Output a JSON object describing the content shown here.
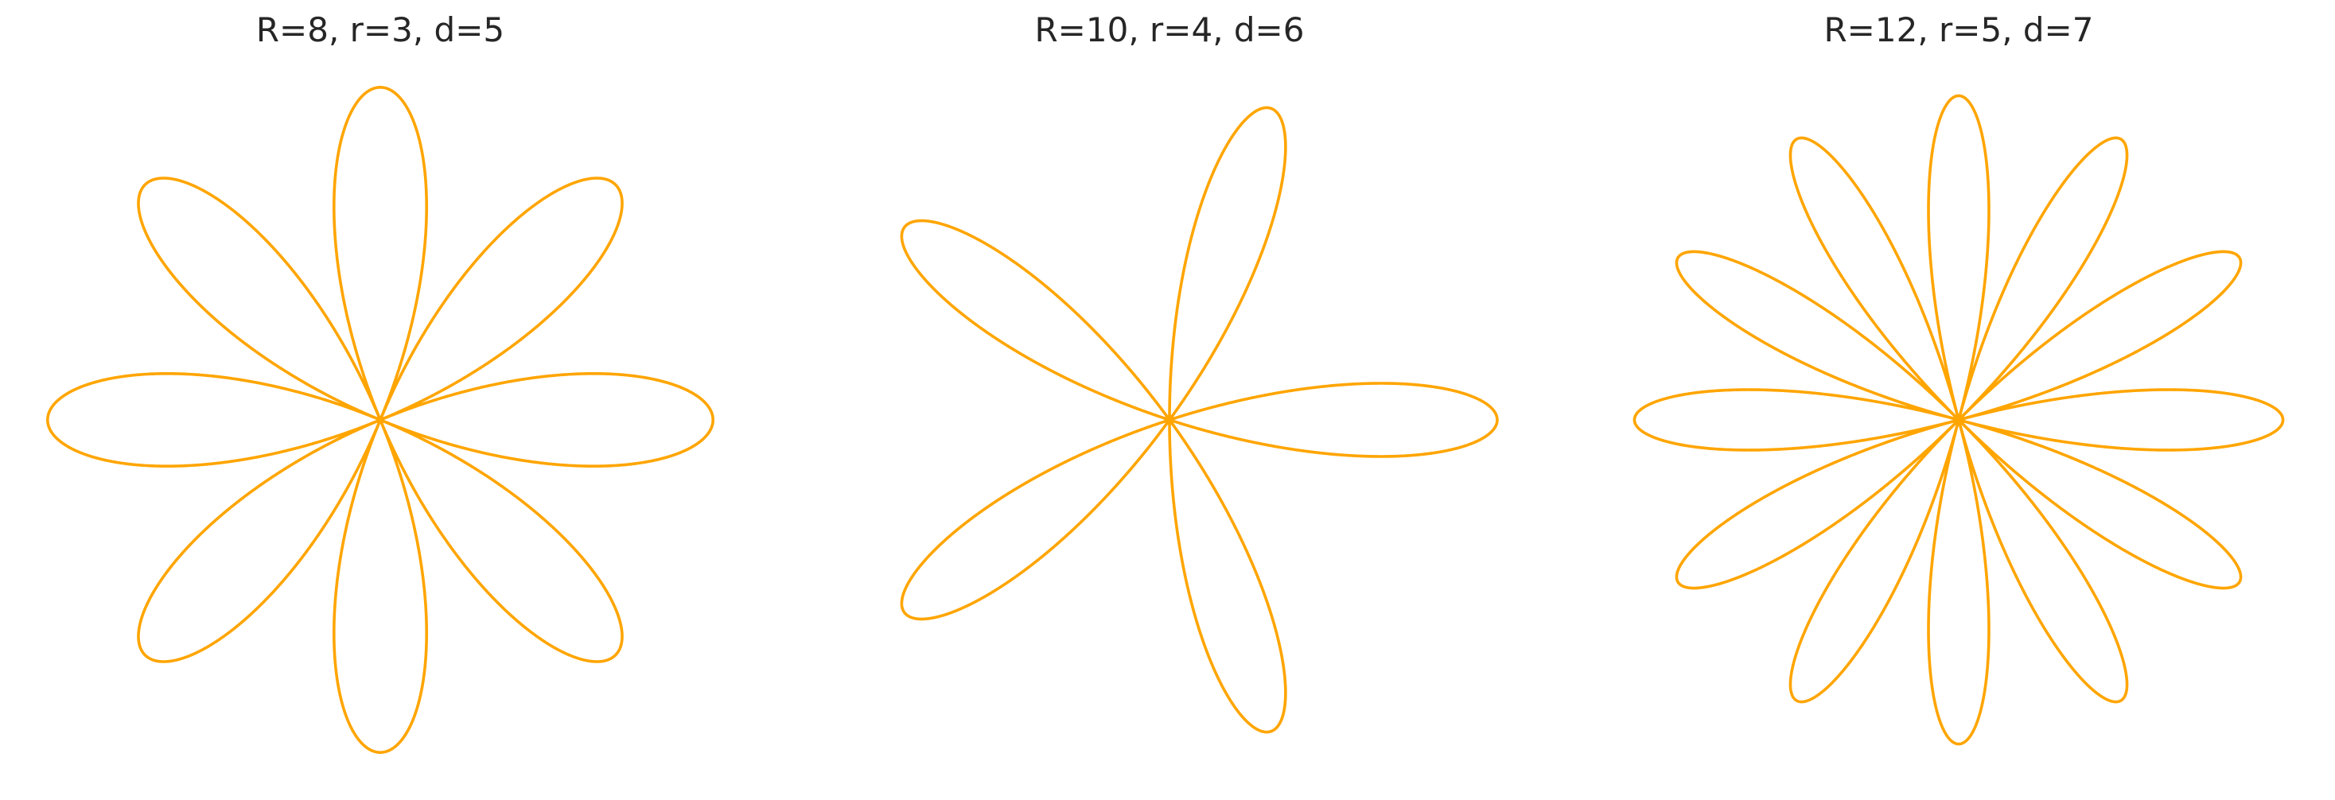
{
  "chart_data": [
    {
      "type": "line",
      "curve": "hypotrochoid",
      "title": "R=8, r=3, d=5",
      "params": {
        "R": 8,
        "r": 3,
        "d": 5
      },
      "xlim": [
        -11.0,
        11.0
      ],
      "ylim": [
        -11.0,
        11.0
      ],
      "color": "#FFA500",
      "grid": false,
      "axes_visible": false,
      "legend": "none"
    },
    {
      "type": "line",
      "curve": "hypotrochoid",
      "title": "R=10, r=4, d=6",
      "params": {
        "R": 10,
        "r": 4,
        "d": 6
      },
      "xlim": [
        -13.4,
        13.4
      ],
      "ylim": [
        -13.4,
        13.4
      ],
      "color": "#FFA500",
      "grid": false,
      "axes_visible": false,
      "legend": "none"
    },
    {
      "type": "line",
      "curve": "hypotrochoid",
      "title": "R=12, r=5, d=7",
      "params": {
        "R": 12,
        "r": 5,
        "d": 7
      },
      "xlim": [
        -15.8,
        15.8
      ],
      "ylim": [
        -15.8,
        15.8
      ],
      "color": "#FFA500",
      "grid": false,
      "axes_visible": false,
      "legend": "none"
    }
  ]
}
